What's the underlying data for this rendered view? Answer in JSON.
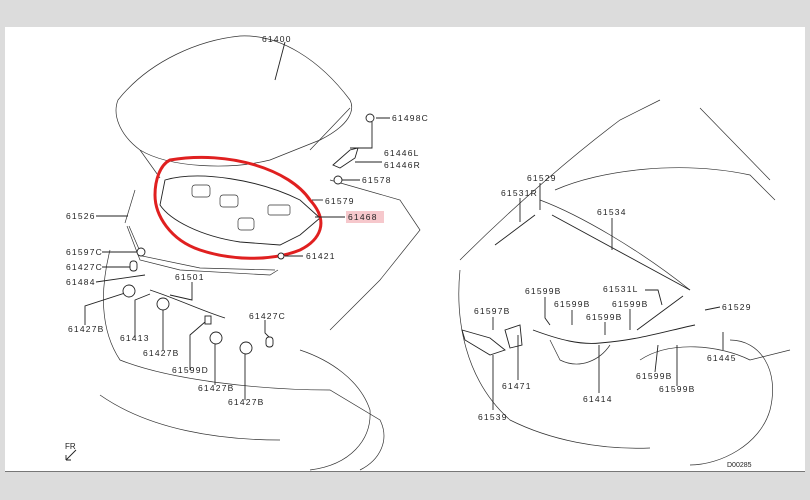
{
  "diagram": {
    "code": "D00285",
    "front_indicator": "FR",
    "highlight_color": "#e02020",
    "highlight_part_bg": "#f6c8cc",
    "left_view": {
      "labels": [
        "61400",
        "61498C",
        "61446L",
        "61446R",
        "61578",
        "61579",
        "61468",
        "61421",
        "61526",
        "61597C",
        "61427C",
        "61484",
        "61427B",
        "61501",
        "61413",
        "61427B",
        "61427C",
        "61599D",
        "61427B",
        "61427B"
      ],
      "highlighted_part": "61468"
    },
    "right_view": {
      "labels": [
        "61529",
        "61531R",
        "61534",
        "61531L",
        "61599B",
        "61599B",
        "61599B",
        "61599B",
        "61529",
        "61597B",
        "61445",
        "61599B",
        "61599B",
        "61471",
        "61414",
        "61539"
      ]
    }
  }
}
